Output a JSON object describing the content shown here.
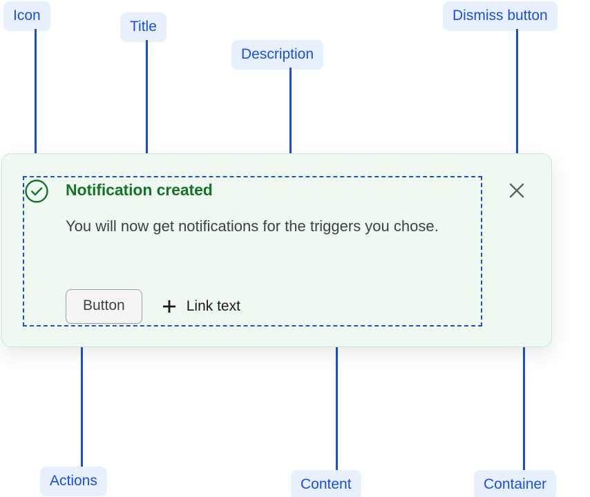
{
  "annotations": [
    {
      "id": "icon",
      "label": "Icon"
    },
    {
      "id": "title",
      "label": "Title"
    },
    {
      "id": "desc",
      "label": "Description"
    },
    {
      "id": "dismiss",
      "label": "Dismiss button"
    },
    {
      "id": "actions",
      "label": "Actions"
    },
    {
      "id": "content",
      "label": "Content"
    },
    {
      "id": "container",
      "label": "Container"
    }
  ],
  "notification": {
    "status_icon": "check-circle-icon",
    "title": "Notification created",
    "description": "You will now get notifications for the triggers you chose.",
    "button_label": "Button",
    "link_icon": "plus-icon",
    "link_label": "Link text",
    "dismiss_icon": "close-icon"
  },
  "colors": {
    "annotation_pill_bg": "#e9f0fd",
    "annotation_text": "#1a4fd6",
    "leader_line": "#1750cf",
    "card_bg": "#f0f8f2",
    "card_border": "#cfe7d6",
    "success_green": "#147328",
    "body_text": "#3b4147",
    "button_bg": "#f5f5f5",
    "button_border": "#9aa0a6",
    "dismiss_icon": "#5f6368"
  }
}
